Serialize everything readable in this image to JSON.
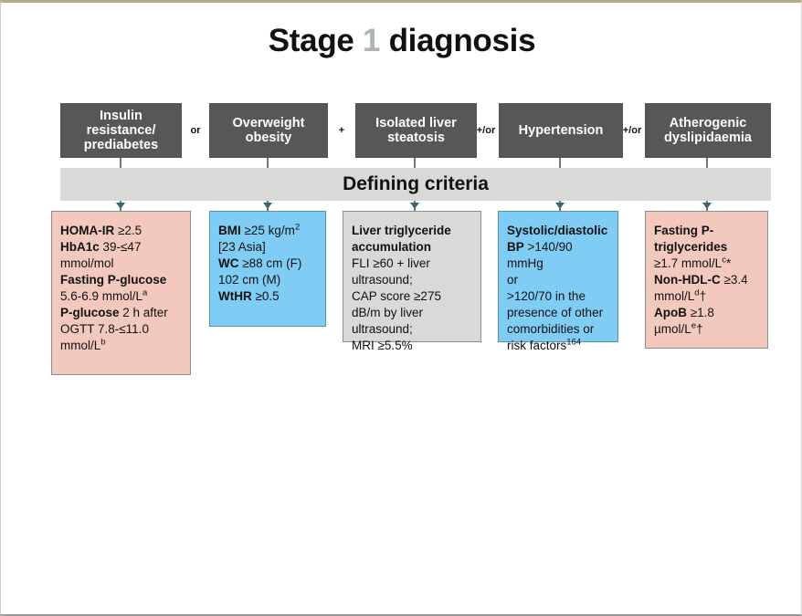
{
  "title": {
    "prefix": "Stage ",
    "stage_number": "1",
    "suffix": " diagnosis"
  },
  "defining_criteria_label": "Defining criteria",
  "colors": {
    "header_box": "#575757",
    "pink_box": "#f4c9bd",
    "blue_box": "#7fcdf5",
    "grey_box": "#d9d9d9",
    "stage_number": "#adb5b3",
    "arrow": "#3f6575"
  },
  "connectors": [
    {
      "label": "or"
    },
    {
      "label": "+"
    },
    {
      "label": "+/or"
    },
    {
      "label": "+/or"
    }
  ],
  "columns": [
    {
      "header": "Insulin resistance/ prediabetes",
      "box_color": "pink",
      "criteria_html": "<b>HOMA-IR</b> ≥2.5<br><b>HbA1c</b> 39-≤47<br>mmol/mol<br><b>Fasting P-glucose</b><br>5.6-6.9 mmol/L<sup>a</sup><br><b>P-glucose</b> 2 h after<br>OGTT 7.8-≤11.0<br>mmol/L<sup>b</sup>"
    },
    {
      "header": "Overweight obesity",
      "box_color": "blue",
      "criteria_html": "<b>BMI</b> ≥25 kg/m<sup>2</sup><br>[23 Asia]<br><b>WC</b> ≥88 cm (F)<br>102 cm (M)<br><b>WtHR</b> ≥0.5"
    },
    {
      "header": "Isolated liver steatosis",
      "box_color": "grey",
      "criteria_html": "<b>Liver triglyceride accumulation</b><br>FLI ≥60 + liver ultrasound;<br>CAP score ≥275 dB/m by liver ultrasound;<br>MRI ≥5.5%"
    },
    {
      "header": "Hypertension",
      "box_color": "blue",
      "criteria_html": "<b>Systolic/diastolic BP</b> &gt;140/90 mmHg<br>or<br>&gt;120/70 in the presence of other comorbidities or risk factors<sup>164</sup>"
    },
    {
      "header": "Atherogenic dyslipidaemia",
      "box_color": "pink",
      "criteria_html": "<b>Fasting P-triglycerides</b><br>≥1.7 mmol/L<sup>c</sup>*<br><b>Non-HDL-C</b> ≥3.4<br>mmol/L<sup>d</sup>†<br><b>ApoB</b> ≥1.8<br>µmol/L<sup>e</sup>†"
    }
  ]
}
